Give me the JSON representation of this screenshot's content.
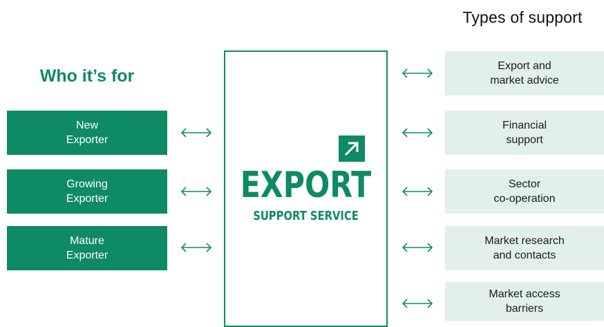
{
  "headings": {
    "types_of_support": "Types of support",
    "who_its_for": "Who it’s for"
  },
  "brand": {
    "title": "EXPORT",
    "subtitle": "SUPPORT SERVICE",
    "icon": "arrow-up-right-icon"
  },
  "audience": [
    {
      "label": "New\nExporter"
    },
    {
      "label": "Growing\nExporter"
    },
    {
      "label": "Mature\nExporter"
    }
  ],
  "support_types": [
    {
      "label": "Export and\nmarket advice"
    },
    {
      "label": "Financial\nsupport"
    },
    {
      "label": "Sector\nco-operation"
    },
    {
      "label": "Market research\nand contacts"
    },
    {
      "label": "Market access\nbarriers"
    }
  ],
  "colors": {
    "brand_green": "#0e8a65",
    "support_bg": "#e1f0ea",
    "arrow": "#0e8a65"
  },
  "icons": {
    "connector": "double-arrow-icon"
  }
}
